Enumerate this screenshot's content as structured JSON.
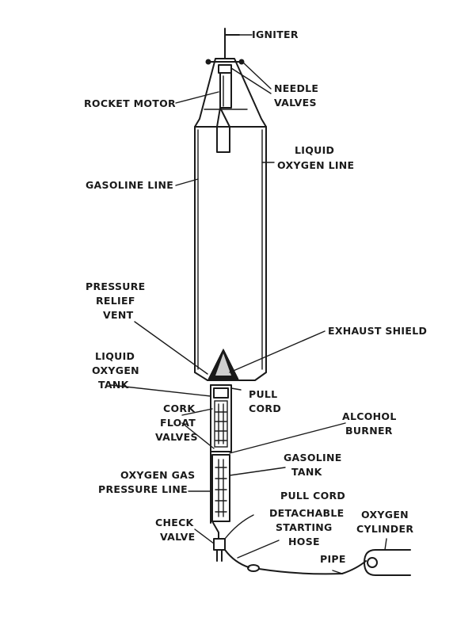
{
  "labels": {
    "igniter": "IGNITER",
    "needle_valves_1": "NEEDLE",
    "needle_valves_2": "VALVES",
    "rocket_motor": "ROCKET MOTOR",
    "liquid_oxygen_line_1": "LIQUID",
    "liquid_oxygen_line_2": "OXYGEN LINE",
    "gasoline_line": "GASOLINE LINE",
    "pressure_relief_vent_1": "PRESSURE",
    "pressure_relief_vent_2": "RELIEF",
    "pressure_relief_vent_3": "VENT",
    "exhaust_shield": "EXHAUST SHIELD",
    "liquid_oxygen_tank_1": "LIQUID",
    "liquid_oxygen_tank_2": "OXYGEN",
    "liquid_oxygen_tank_3": "TANK",
    "pull_cord_upper_1": "PULL",
    "pull_cord_upper_2": "CORD",
    "cork_float_valves_1": "CORK",
    "cork_float_valves_2": "FLOAT",
    "cork_float_valves_3": "VALVES",
    "alcohol_burner_1": "ALCOHOL",
    "alcohol_burner_2": "BURNER",
    "gasoline_tank_1": "GASOLINE",
    "gasoline_tank_2": "TANK",
    "oxygen_gas_pressure_line_1": "OXYGEN GAS",
    "oxygen_gas_pressure_line_2": "PRESSURE LINE",
    "pull_cord_lower": "PULL CORD",
    "detachable_starting_hose_1": "DETACHABLE",
    "detachable_starting_hose_2": "STARTING",
    "detachable_starting_hose_3": "HOSE",
    "check_valve_1": "CHECK",
    "check_valve_2": "VALVE",
    "oxygen_cylinder_1": "OXYGEN",
    "oxygen_cylinder_2": "CYLINDER",
    "pipe": "PIPE"
  }
}
